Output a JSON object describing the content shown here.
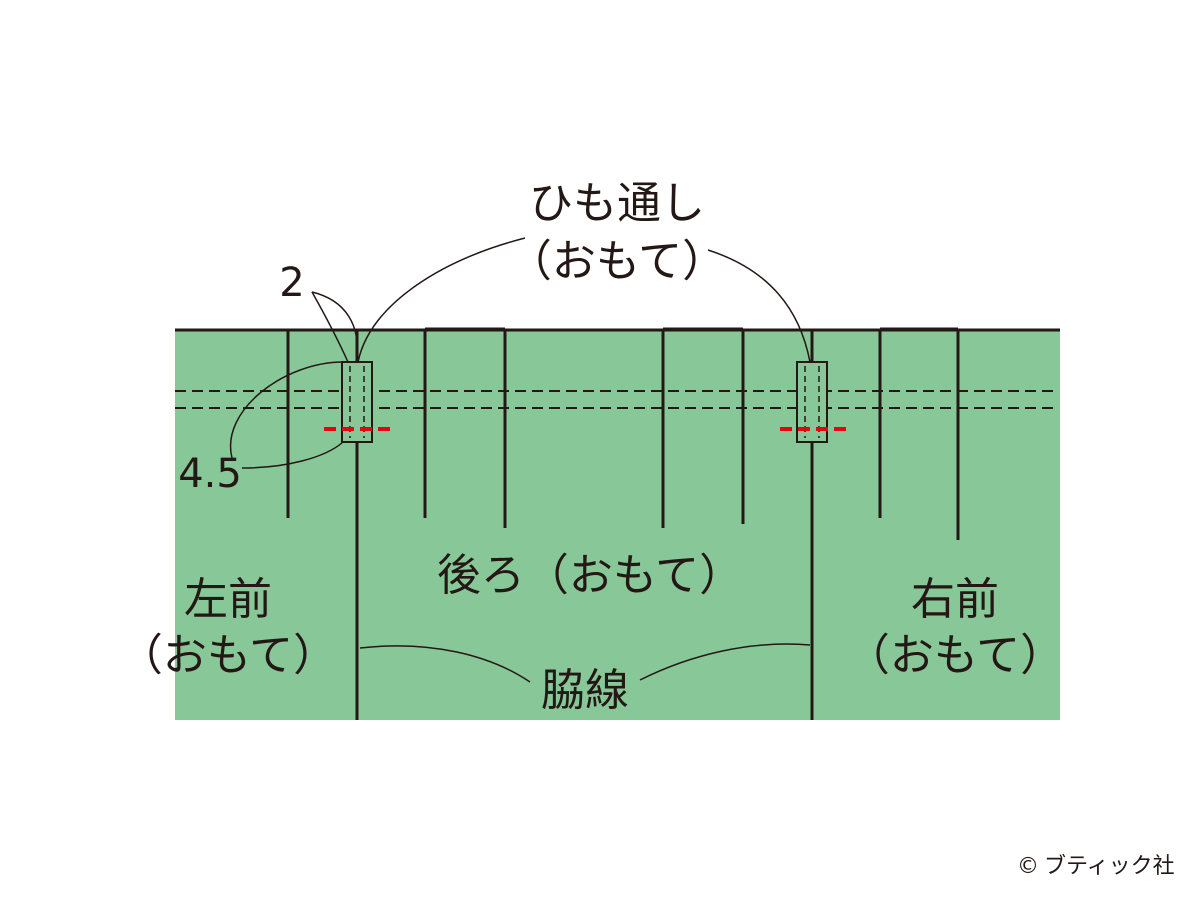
{
  "labels": {
    "himo_line1": "ひも通し",
    "himo_line2": "（おもて）",
    "dim_2": "2",
    "dim_45": "4.5",
    "back": "後ろ（おもて）",
    "left_front_line1": "左前",
    "left_front_line2": "（おもて）",
    "right_front_line1": "右前",
    "right_front_line2": "（おもて）",
    "side_seam": "脇線"
  },
  "copyright": {
    "symbol": "©",
    "text": "ブティック社"
  },
  "colors": {
    "fabric": "#88c797",
    "line": "#231815",
    "stitch": "#e60012"
  }
}
